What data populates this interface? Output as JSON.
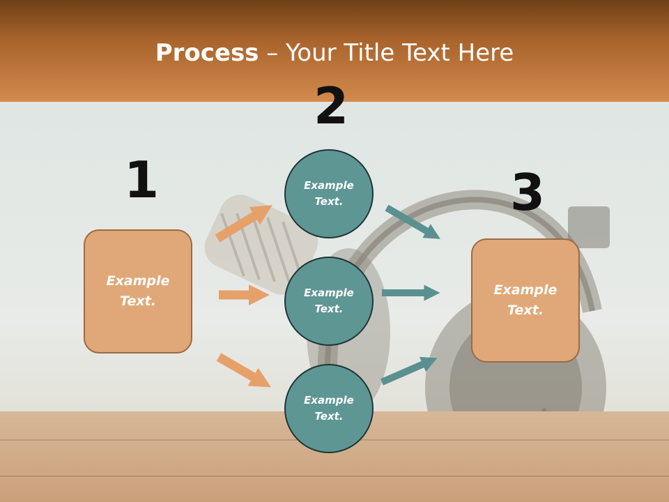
{
  "title": {
    "bold": "Process",
    "rest": " – Your Title Text Here"
  },
  "steps": {
    "one": "1",
    "two": "2",
    "three": "3"
  },
  "left_box": {
    "text": "Example Text."
  },
  "right_box": {
    "text": "Example Text."
  },
  "circles": [
    {
      "text": "Example Text."
    },
    {
      "text": "Example Text."
    },
    {
      "text": "Example Text."
    }
  ],
  "colors": {
    "header": "#c07a40",
    "box_fill": "#e0a878",
    "circle_fill": "#5e9694",
    "orange_arrow": "#e6a06a",
    "teal_arrow": "#5a9090"
  }
}
